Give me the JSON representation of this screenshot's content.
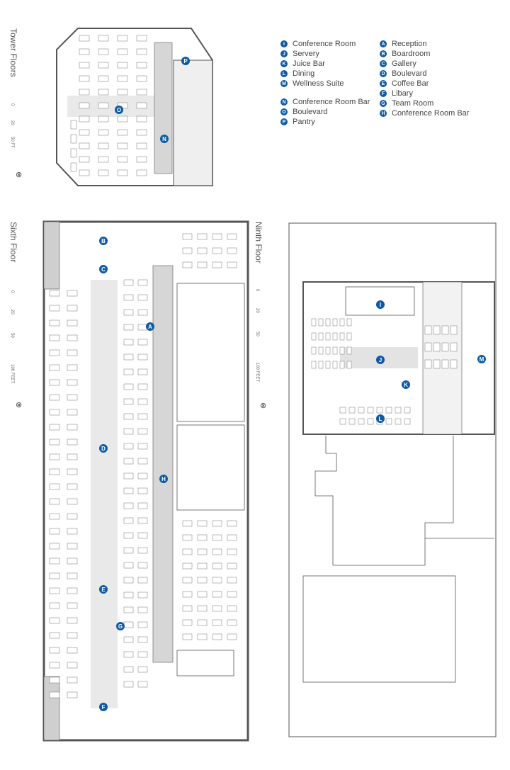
{
  "labels": {
    "tower": "Tower Floors",
    "sixth": "Sixth Floor",
    "ninth": "Ninth Floor"
  },
  "scales": {
    "tower": [
      "0",
      "20",
      "50 FT"
    ],
    "sixth": [
      "0",
      "20",
      "50",
      "100 FEET"
    ],
    "ninth": [
      "0",
      "20",
      "50",
      "100 FEET"
    ]
  },
  "north_icon": "north-arrow-icon",
  "legend": {
    "col1": [
      {
        "k": "I",
        "t": "Conference Room"
      },
      {
        "k": "J",
        "t": "Servery"
      },
      {
        "k": "K",
        "t": "Juice Bar"
      },
      {
        "k": "L",
        "t": "Dining"
      },
      {
        "k": "M",
        "t": "Wellness Suite"
      }
    ],
    "col1b": [
      {
        "k": "N",
        "t": "Conference Room Bar"
      },
      {
        "k": "O",
        "t": "Boulevard"
      },
      {
        "k": "P",
        "t": "Pantry"
      }
    ],
    "col2": [
      {
        "k": "A",
        "t": "Reception"
      },
      {
        "k": "B",
        "t": "Boardroom"
      },
      {
        "k": "C",
        "t": "Gallery"
      },
      {
        "k": "D",
        "t": "Boulevard"
      },
      {
        "k": "E",
        "t": "Coffee Bar"
      },
      {
        "k": "F",
        "t": "Libary"
      },
      {
        "k": "G",
        "t": "Team Room"
      },
      {
        "k": "H",
        "t": "Conference Room Bar"
      }
    ]
  },
  "markers": {
    "P": "P",
    "O": "O",
    "N": "N",
    "B": "B",
    "C": "C",
    "A": "A",
    "D": "D",
    "H": "H",
    "E": "E",
    "G": "G",
    "F": "F",
    "I": "I",
    "J": "J",
    "K": "K",
    "L": "L",
    "M": "M"
  },
  "colors": {
    "marker": "#0d5aa7",
    "wall": "#555555",
    "corridor": "#e6e6e6",
    "core": "#cfcfcf"
  }
}
